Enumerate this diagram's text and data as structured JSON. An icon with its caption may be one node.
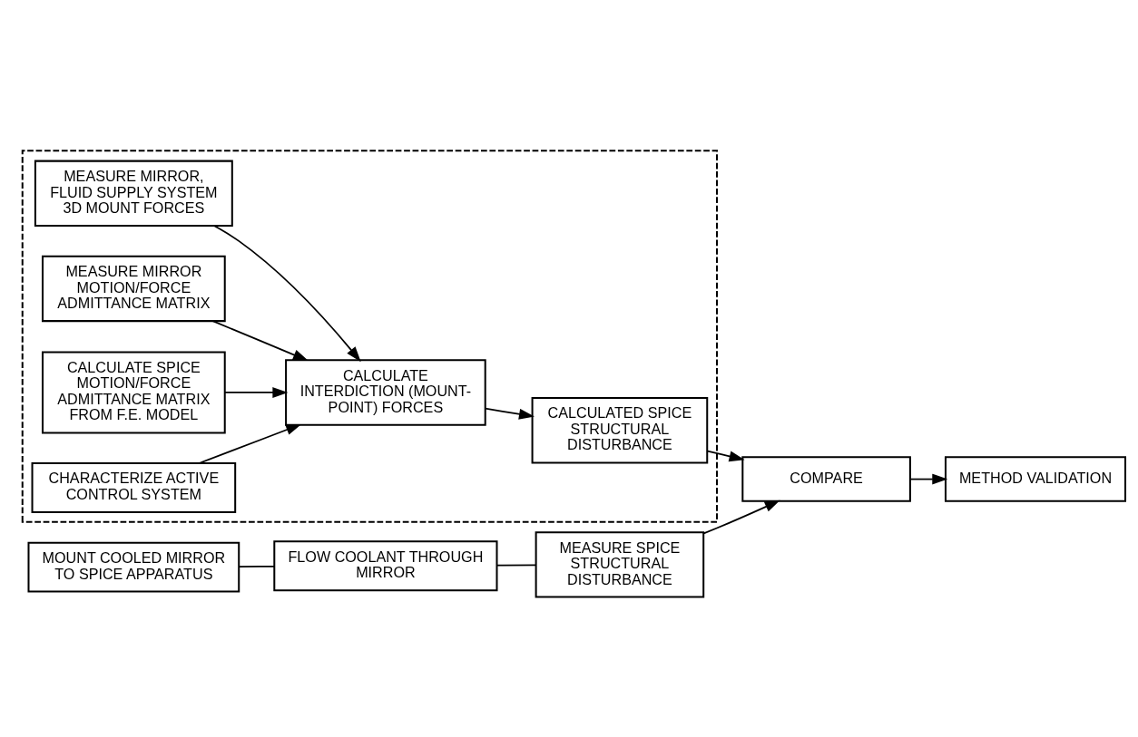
{
  "diagram": {
    "nodes": [
      {
        "text": [],
        "shape": "box"
      },
      {
        "text": [
          "MEASURE MIRROR, FLUID SUPPLY SYSTEM 3D MOUNT FORCES"
        ],
        "in": 0
      },
      {
        "text": [
          "MEASURE MIRROR MOTION/FORCE ADMITTANCE MATRIX"
        ],
        "in": 0
      },
      {
        "text": [
          "CALCULATE SPICE MOTION/FORCE ADMITTANCE MATRIX FROM F.E. MODEL"
        ],
        "in": 0
      },
      {
        "text": [
          "CHARACTERIZE ACTIVE CONTROL SYSTEM"
        ],
        "in": 0
      },
      {
        "text": [
          "CALCULATE INTERDICTION (MOUNT-POINT) FORCES"
        ],
        "in": 0
      },
      {
        "text": [
          "CALCULATED SPICE STRUCTURAL DISTURBANCE"
        ],
        "in": 0
      },
      {
        "text": [
          "MOUNT COOLED MIRROR TO SPICE APPARATUS"
        ]
      },
      {
        "text": [
          "FLOW COOLANT THROUGH MIRROR"
        ]
      },
      {
        "text": [
          "MEASURE SPICE STRUCTURAL DISTURBANCE"
        ]
      },
      {
        "text": [
          "COMPARE"
        ]
      },
      {
        "text": [
          "METHOD VALIDATION"
        ]
      }
    ],
    "edges": [
      {
        "from": 1,
        "to": 5,
        "arrow": "to"
      },
      {
        "from": 2,
        "to": 5,
        "arrow": "to"
      },
      {
        "from": 3,
        "to": 5,
        "arrow": "to"
      },
      {
        "from": 4,
        "to": 5,
        "arrow": "to"
      },
      {
        "from": 5,
        "to": 6,
        "arrow": "to"
      },
      {
        "from": 6,
        "to": 10,
        "arrow": "to"
      },
      {
        "from": 7,
        "to": 8,
        "arrow": "none"
      },
      {
        "from": 8,
        "to": 9,
        "arrow": "none"
      },
      {
        "from": 9,
        "to": 10,
        "arrow": "to"
      },
      {
        "from": 10,
        "to": 11,
        "arrow": "to"
      }
    ]
  }
}
